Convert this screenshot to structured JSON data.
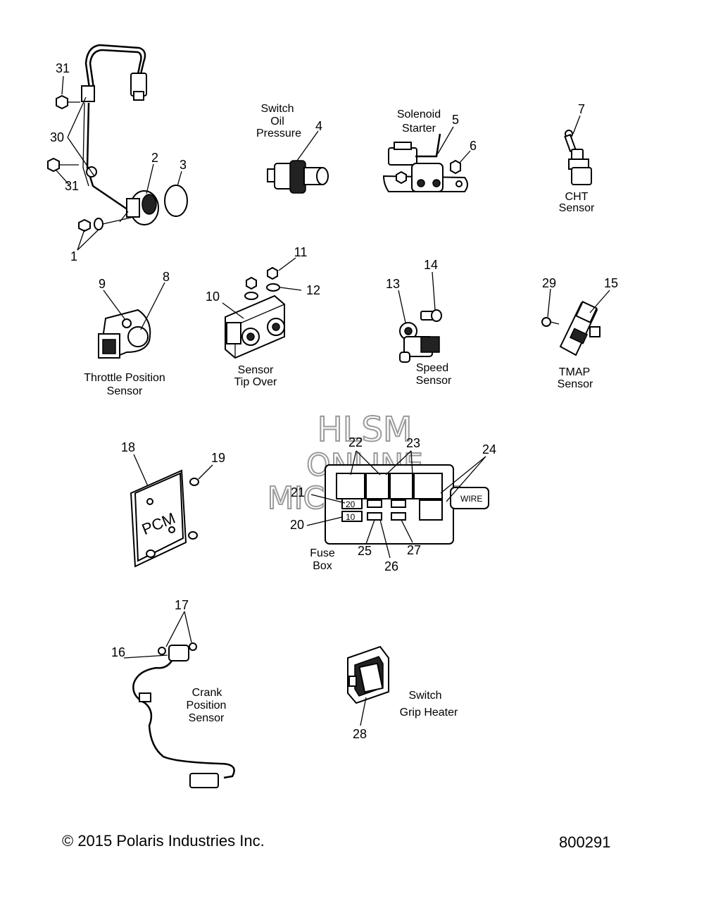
{
  "callouts": [
    "1",
    "2",
    "3",
    "4",
    "5",
    "6",
    "7",
    "8",
    "9",
    "10",
    "11",
    "12",
    "13",
    "14",
    "15",
    "16",
    "17",
    "18",
    "19",
    "20",
    "21",
    "22",
    "23",
    "24",
    "25",
    "26",
    "27",
    "28",
    "29",
    "30",
    "31",
    "31"
  ],
  "component_labels": {
    "oil_pressure": [
      "Switch",
      "Oil",
      "Pressure"
    ],
    "solenoid": [
      "Solenoid",
      "Starter"
    ],
    "cht": [
      "CHT",
      "Sensor"
    ],
    "throttle": [
      "Throttle Position",
      "Sensor"
    ],
    "tip_over": [
      "Sensor",
      "Tip Over"
    ],
    "speed": [
      "Speed",
      "Sensor"
    ],
    "tmap": [
      "TMAP",
      "Sensor"
    ],
    "fuse_box": [
      "Fuse",
      "Box"
    ],
    "crank": [
      "Crank",
      "Position",
      "Sensor"
    ],
    "grip_heater": [
      "Switch",
      "Grip Heater"
    ]
  },
  "part_markings": {
    "pcm": "PCM",
    "wire": "WIRE",
    "fuse_20": "20",
    "fuse_10": "10"
  },
  "watermark": [
    "HLSM",
    "ONLINE",
    "MICROFICHE"
  ],
  "footer": {
    "copyright": "© 2015 Polaris Industries Inc.",
    "diagram_id": "800291"
  },
  "colors": {
    "line": "#000000",
    "background": "#ffffff",
    "watermark_outline": "#9a9a9a"
  },
  "icons": [
    "wiring-harness-icon",
    "knock-sensor-icon",
    "o-ring-icon",
    "oil-pressure-switch-icon",
    "starter-solenoid-icon",
    "cht-sensor-icon",
    "throttle-position-sensor-icon",
    "tip-over-sensor-icon",
    "speed-sensor-icon",
    "tmap-sensor-icon",
    "pcm-module-icon",
    "fuse-box-icon",
    "crank-position-sensor-icon",
    "grip-heater-switch-icon"
  ]
}
